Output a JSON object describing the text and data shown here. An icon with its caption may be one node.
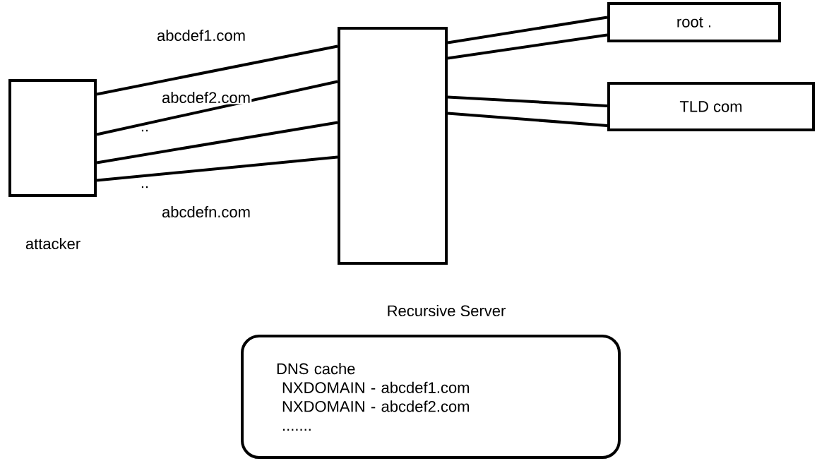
{
  "diagram": {
    "nodes": [
      {
        "text": [],
        "shape": "box",
        "beside": [
          "attacker"
        ]
      },
      {
        "text": [],
        "shape": "box"
      },
      {
        "text": [
          "root ."
        ]
      },
      {
        "text": [
          "TLD com"
        ]
      },
      {
        "text": [
          "DNS cache",
          "NXDOMAIN - abcdef1.com",
          "NXDOMAIN - abcdef2.com",
          "......."
        ]
      }
    ],
    "edges": [
      {
        "from": 0,
        "to": 1,
        "arrow": "none",
        "label": "abcdef1.com"
      },
      {
        "from": 0,
        "to": 1,
        "arrow": "none",
        "label": "abcdef2.com"
      },
      {
        "from": 0,
        "to": 1,
        "arrow": "none"
      },
      {
        "from": 0,
        "to": 1,
        "arrow": "none",
        "label": "abcdefn.com"
      },
      {
        "from": 1,
        "to": 2,
        "arrow": "none"
      },
      {
        "from": 1,
        "to": 2,
        "arrow": "none"
      },
      {
        "from": 1,
        "to": 3,
        "arrow": "none"
      },
      {
        "from": 1,
        "to": 3,
        "arrow": "none"
      }
    ],
    "labels": [
      "..",
      "..",
      "Recursive Server"
    ]
  }
}
